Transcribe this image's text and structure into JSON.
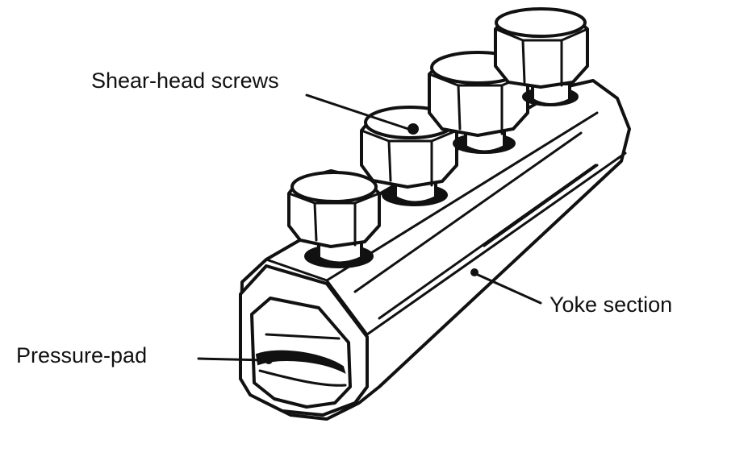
{
  "labels": {
    "shear_head_screws": "Shear-head screws",
    "yoke_section": "Yoke section",
    "pressure_pad": "Pressure-pad"
  },
  "colors": {
    "ink": "#111111",
    "background": "#ffffff"
  }
}
